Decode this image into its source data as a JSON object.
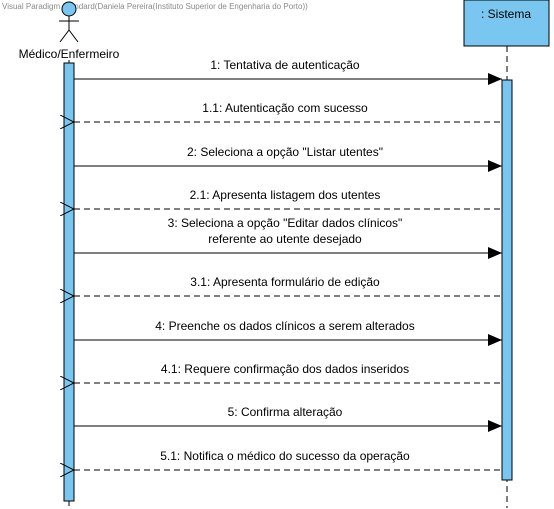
{
  "watermark": "Visual Paradigm Standard(Daniela Pereira(Instituto Superior de Engenharia do Porto))",
  "actors": {
    "user": {
      "label": "Médico/Enfermeiro"
    },
    "system": {
      "label": ": Sistema"
    }
  },
  "colors": {
    "activation_fill": "#79C7F0",
    "stroke": "#000000",
    "lifeline": "#000000"
  },
  "messages": [
    {
      "type": "sync",
      "label": "1: Tentativa de autenticação"
    },
    {
      "type": "reply",
      "label": "1.1: Autenticação com sucesso"
    },
    {
      "type": "sync",
      "label": "2: Seleciona a opção \"Listar utentes\""
    },
    {
      "type": "reply",
      "label": "2.1: Apresenta listagem dos utentes"
    },
    {
      "type": "sync",
      "label": "3: Seleciona a opção \"Editar dados clínicos\"",
      "label2": "referente ao utente desejado"
    },
    {
      "type": "reply",
      "label": "3.1: Apresenta formulário de edição"
    },
    {
      "type": "sync",
      "label": "4: Preenche os dados clínicos a serem alterados"
    },
    {
      "type": "reply",
      "label": "4.1: Requere confirmação dos dados inseridos"
    },
    {
      "type": "sync",
      "label": "5: Confirma alteração"
    },
    {
      "type": "reply",
      "label": "5.1: Notifica o médico do sucesso da operação"
    }
  ]
}
